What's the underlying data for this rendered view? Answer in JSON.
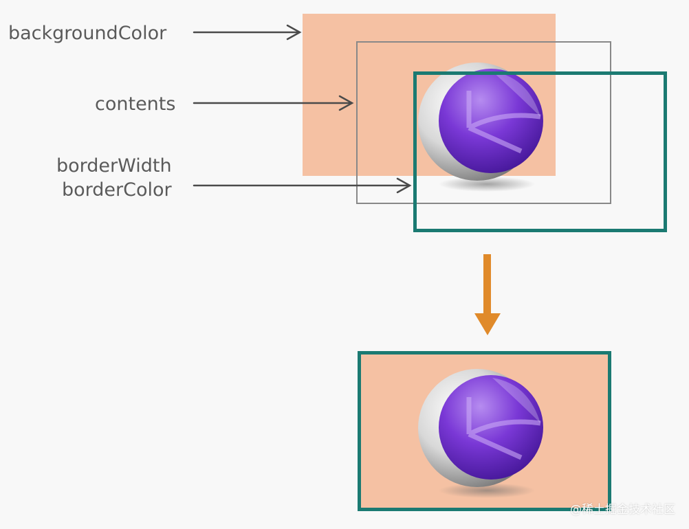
{
  "labels": {
    "background_color": "backgroundColor",
    "contents": "contents",
    "border_width": "borderWidth",
    "border_color": "borderColor"
  },
  "watermark": "@稀土掘金技术社区",
  "colors": {
    "background_fill": "#f5c1a3",
    "border": "#1b7a72",
    "contents_outline": "#888888",
    "arrow": "#e08a2a",
    "label_text": "#5a5a5a"
  },
  "icons": [
    "sphere-icon",
    "sphere-icon"
  ]
}
